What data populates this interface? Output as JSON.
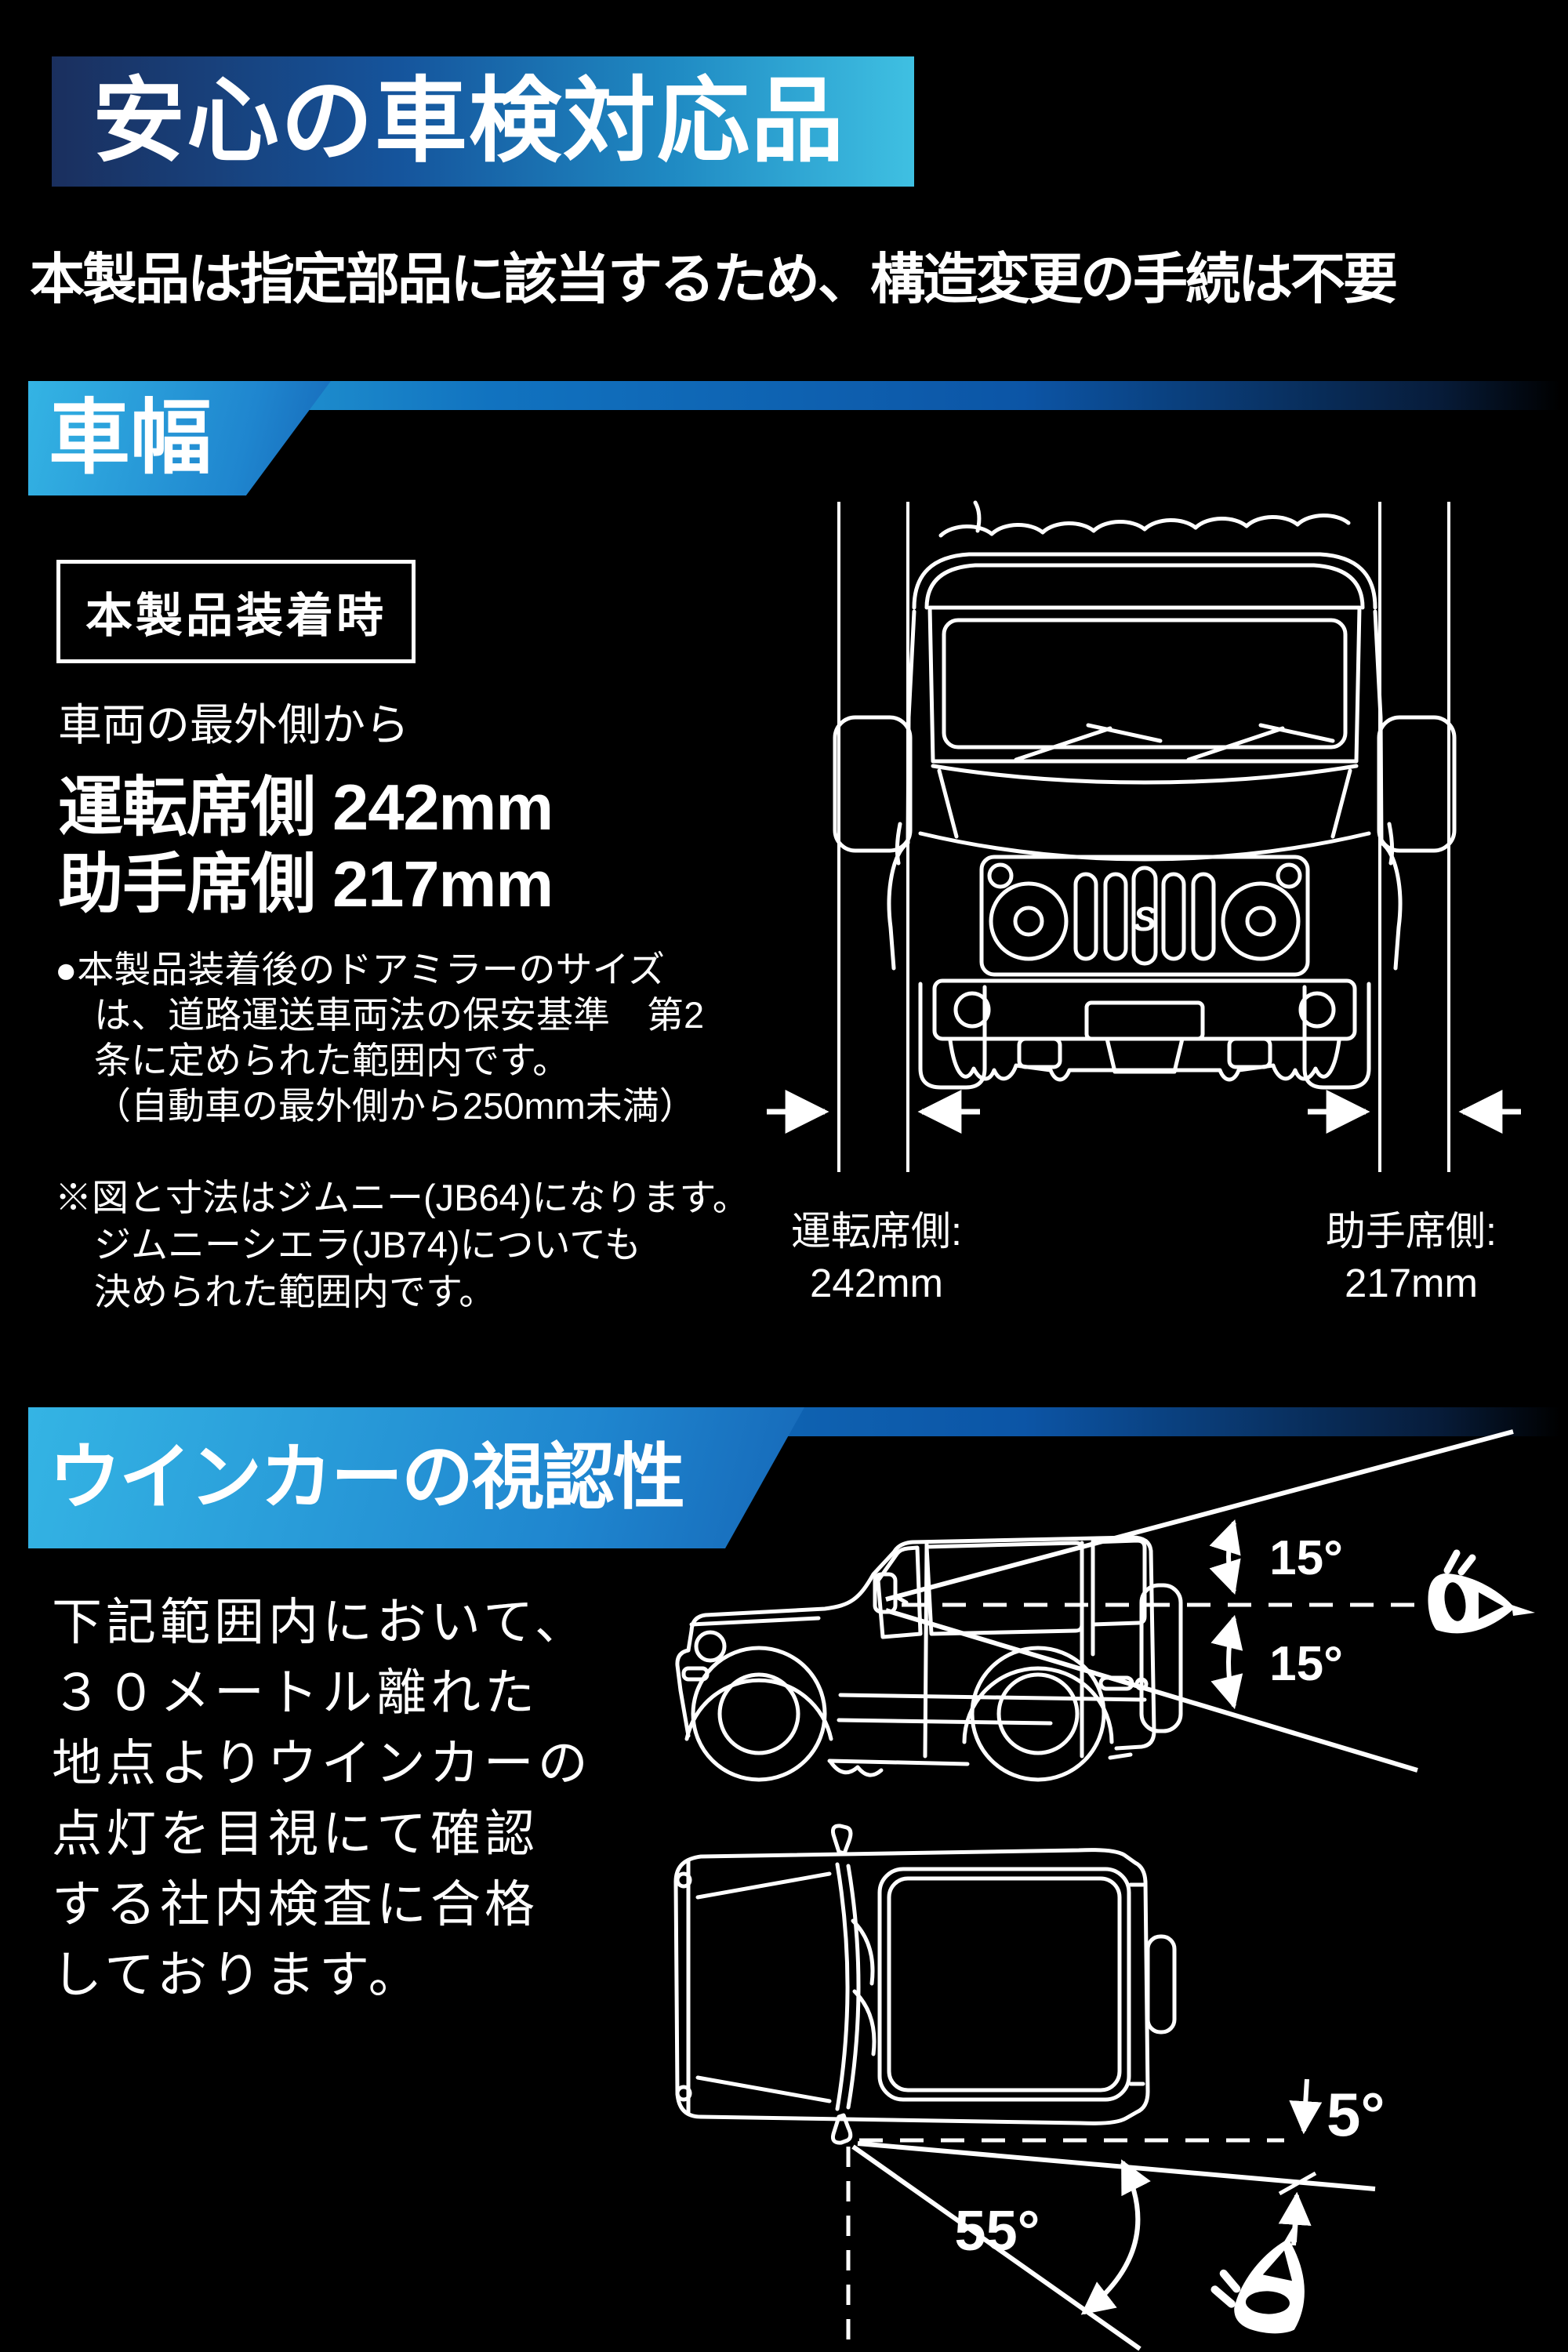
{
  "colors": {
    "background": "#000000",
    "header_gradient_start": "#1a2f5e",
    "header_gradient_end": "#3fc0e2",
    "section_gradient_start": "#34b4e4",
    "section_gradient_end": "#1668b8",
    "line_art": "#ffffff",
    "text": "#ffffff"
  },
  "header": {
    "title": "安心の車検対応品",
    "subtitle": "本製品は指定部品に該当するため、構造変更の手続は不要"
  },
  "width_section": {
    "banner": "車幅",
    "badge": "本製品装着時",
    "intro": "車両の最外側から",
    "driver_line": "運転席側 242mm",
    "passenger_line": "助手席側 217mm",
    "note_lines": [
      "●本製品装着後のドアミラーのサイズ",
      "は、道路運送車両法の保安基準　第2",
      "条に定められた範囲内です。",
      "（自動車の最外側から250mm未満）"
    ],
    "remark_lines": [
      "※図と寸法はジムニー(JB64)になります。",
      "ジムニーシエラ(JB74)についても",
      "決められた範囲内です。"
    ],
    "diagram": {
      "driver_label": "運転席側:",
      "driver_value": "242mm",
      "passenger_label": "助手席側:",
      "passenger_value": "217mm",
      "logo_glyph": "S"
    }
  },
  "blinker_section": {
    "banner": "ウインカーの視認性",
    "body_lines": [
      "下記範囲内において、",
      "３０メートル離れた",
      "地点よりウインカーの",
      "点灯を目視にて確認",
      "する社内検査に合格",
      "しております。"
    ],
    "side_diagram": {
      "angle_upper": "15°",
      "angle_lower": "15°"
    },
    "top_diagram": {
      "angle_small": "5°",
      "angle_wide": "55°"
    }
  }
}
